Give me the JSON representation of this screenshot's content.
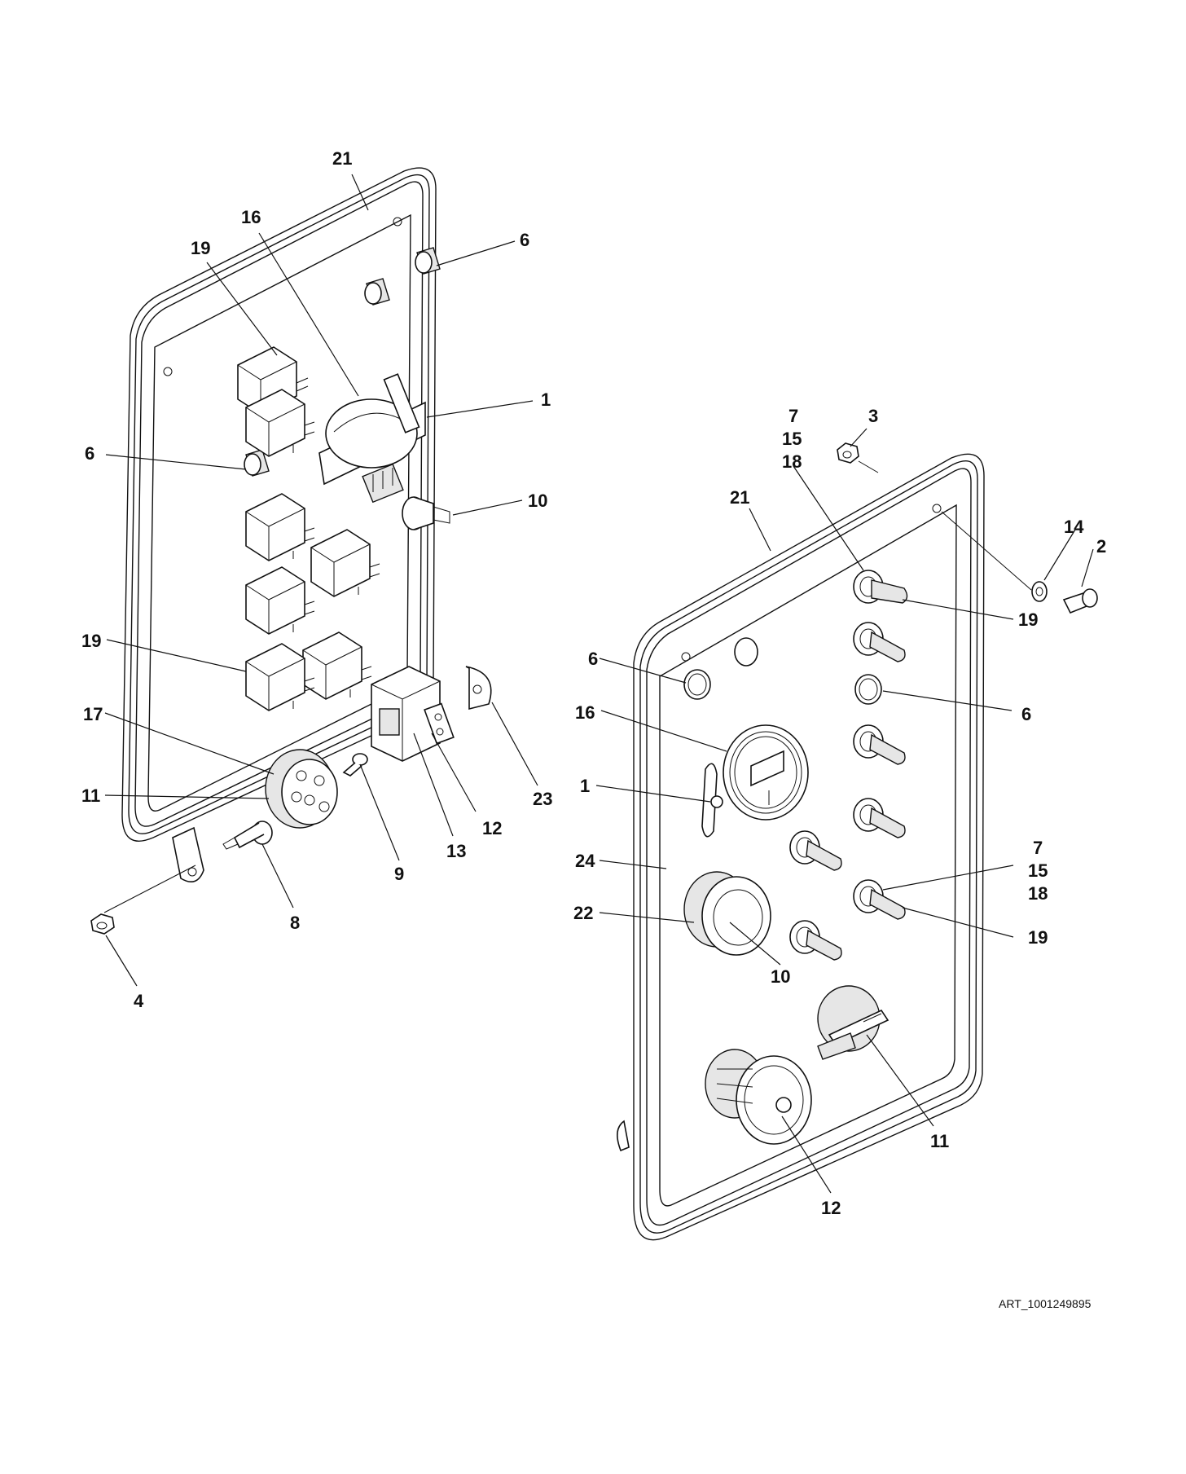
{
  "diagram": {
    "art_id": "ART_1001249895",
    "left_panel": {
      "callouts": [
        "21",
        "16",
        "19",
        "6",
        "1",
        "6",
        "10",
        "19",
        "17",
        "11",
        "23",
        "12",
        "13",
        "9",
        "8",
        "4"
      ]
    },
    "right_panel": {
      "callouts": [
        "3",
        "7",
        "15",
        "18",
        "21",
        "14",
        "2",
        "19",
        "6",
        "6",
        "16",
        "1",
        "24",
        "22",
        "10",
        "7",
        "15",
        "18",
        "19",
        "11",
        "12"
      ]
    }
  }
}
